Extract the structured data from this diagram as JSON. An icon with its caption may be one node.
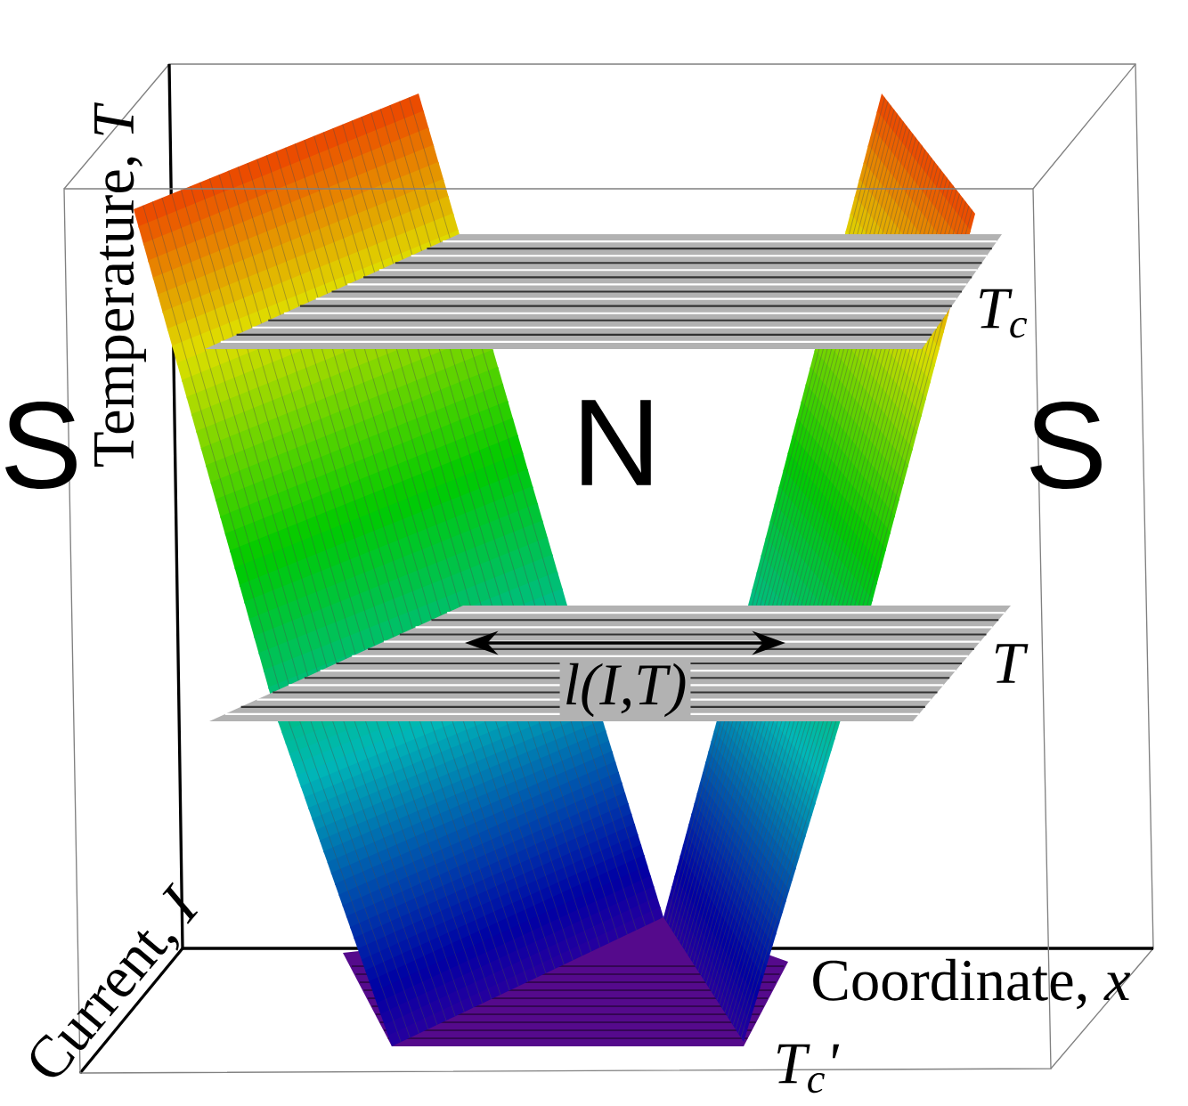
{
  "diagram": {
    "labels": [
      "Temperature, *T*",
      "T$_{c}$",
      "S",
      "N",
      "S",
      "T",
      "l(I,T)",
      "Current, *I*",
      "Coordinate, *x*",
      "T$_{c}$'"
    ]
  }
}
